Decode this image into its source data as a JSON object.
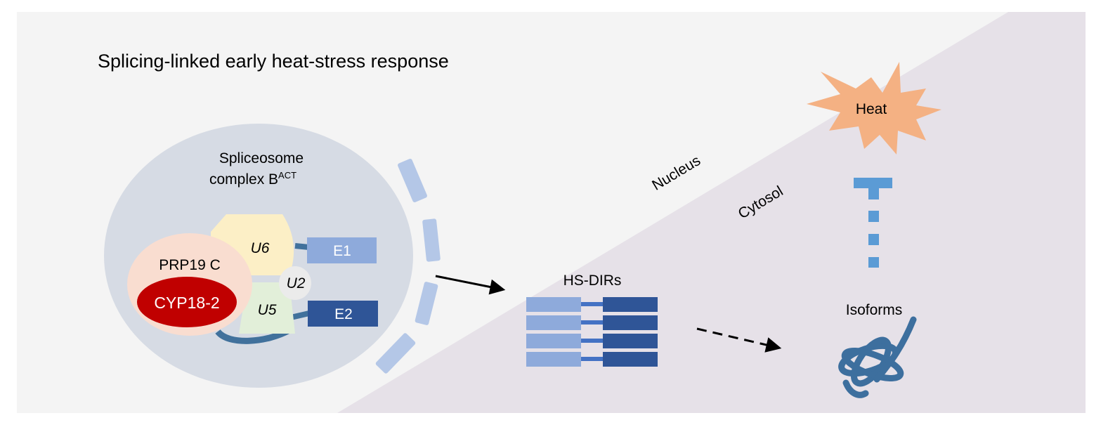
{
  "title": "Splicing-linked early heat-stress response",
  "spliceosome": {
    "label_line1": "Spliceosome",
    "label_line2": "complex B",
    "label_superscript": "ACT",
    "u6": "U6",
    "u5": "U5",
    "u2": "U2",
    "prp19c": "PRP19 C",
    "cyp18": "CYP18-2",
    "e1": "E1",
    "e2": "E2"
  },
  "compartments": {
    "nucleus": "Nucleus",
    "cytosol": "Cytosol"
  },
  "hs_dirs": "HS-DIRs",
  "heat": "Heat",
  "isoforms": "Isoforms",
  "colors": {
    "background": "#f4f4f4",
    "cytosol": "#e6e1e8",
    "nucleus_oval": "#d6dbe4",
    "u6": "#fcefc6",
    "u5": "#e2efd9",
    "prp19c": "#f9ddd0",
    "cyp18": "#c00000",
    "exon_light": "#8eaadb",
    "exon_dark": "#2f5597",
    "intron": "#4472c4",
    "heat": "#f4b183",
    "inhibition": "#5b9bd5",
    "isoform": "#3d6f9e",
    "envelope": "#b4c7e7"
  }
}
